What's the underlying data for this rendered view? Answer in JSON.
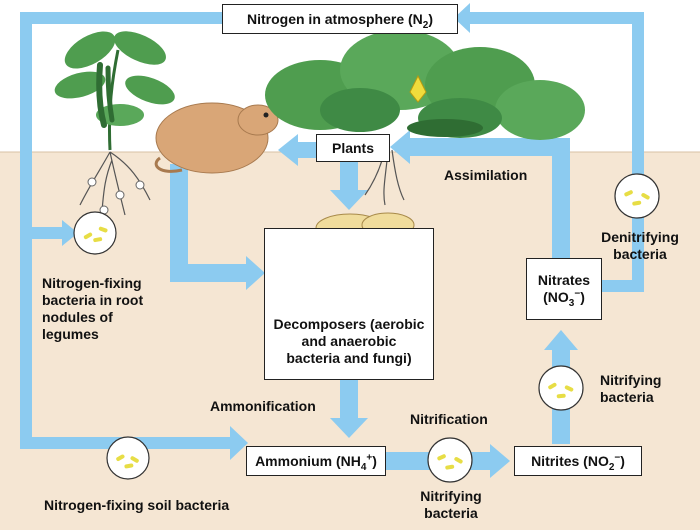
{
  "colors": {
    "soil": "#f5e6d3",
    "arrow": "#8ccbf0",
    "leaf": "#4f9d4f",
    "leaf_dark": "#2f6d33",
    "mushroom": "#f0dc9c",
    "bacteria": "#e7dd45",
    "mole": "#d9a677"
  },
  "atmosphere": {
    "text": "Nitrogen in atmosphere (N",
    "sub": "2",
    "close": ")"
  },
  "plants": "Plants",
  "assimilation": "Assimilation",
  "decomposers": {
    "line1": "Decomposers (aerobic",
    "line2": "and anaerobic",
    "line3": "bacteria and fungi)"
  },
  "ammonification": "Ammonification",
  "ammonium": {
    "text": "Ammonium (NH",
    "sub": "4",
    "sup": "+",
    "close": ")"
  },
  "nitrification": "Nitrification",
  "nitrites": {
    "text": "Nitrites (NO",
    "sub": "2",
    "sup": "−",
    "close": ")"
  },
  "nitrates": {
    "line1": "Nitrates",
    "text": "(NO",
    "sub": "3",
    "sup": "−",
    "close": ")"
  },
  "denitrifying": {
    "line1": "Denitrifying",
    "line2": "bacteria"
  },
  "nitrifying_right": {
    "line1": "Nitrifying",
    "line2": "bacteria"
  },
  "nitrifying_bottom": {
    "line1": "Nitrifying",
    "line2": "bacteria"
  },
  "root_nodules": {
    "line1": "Nitrogen-fixing",
    "line2": "bacteria in root",
    "line3": "nodules of",
    "line4": "legumes"
  },
  "soil_bacteria": "Nitrogen-fixing soil bacteria"
}
